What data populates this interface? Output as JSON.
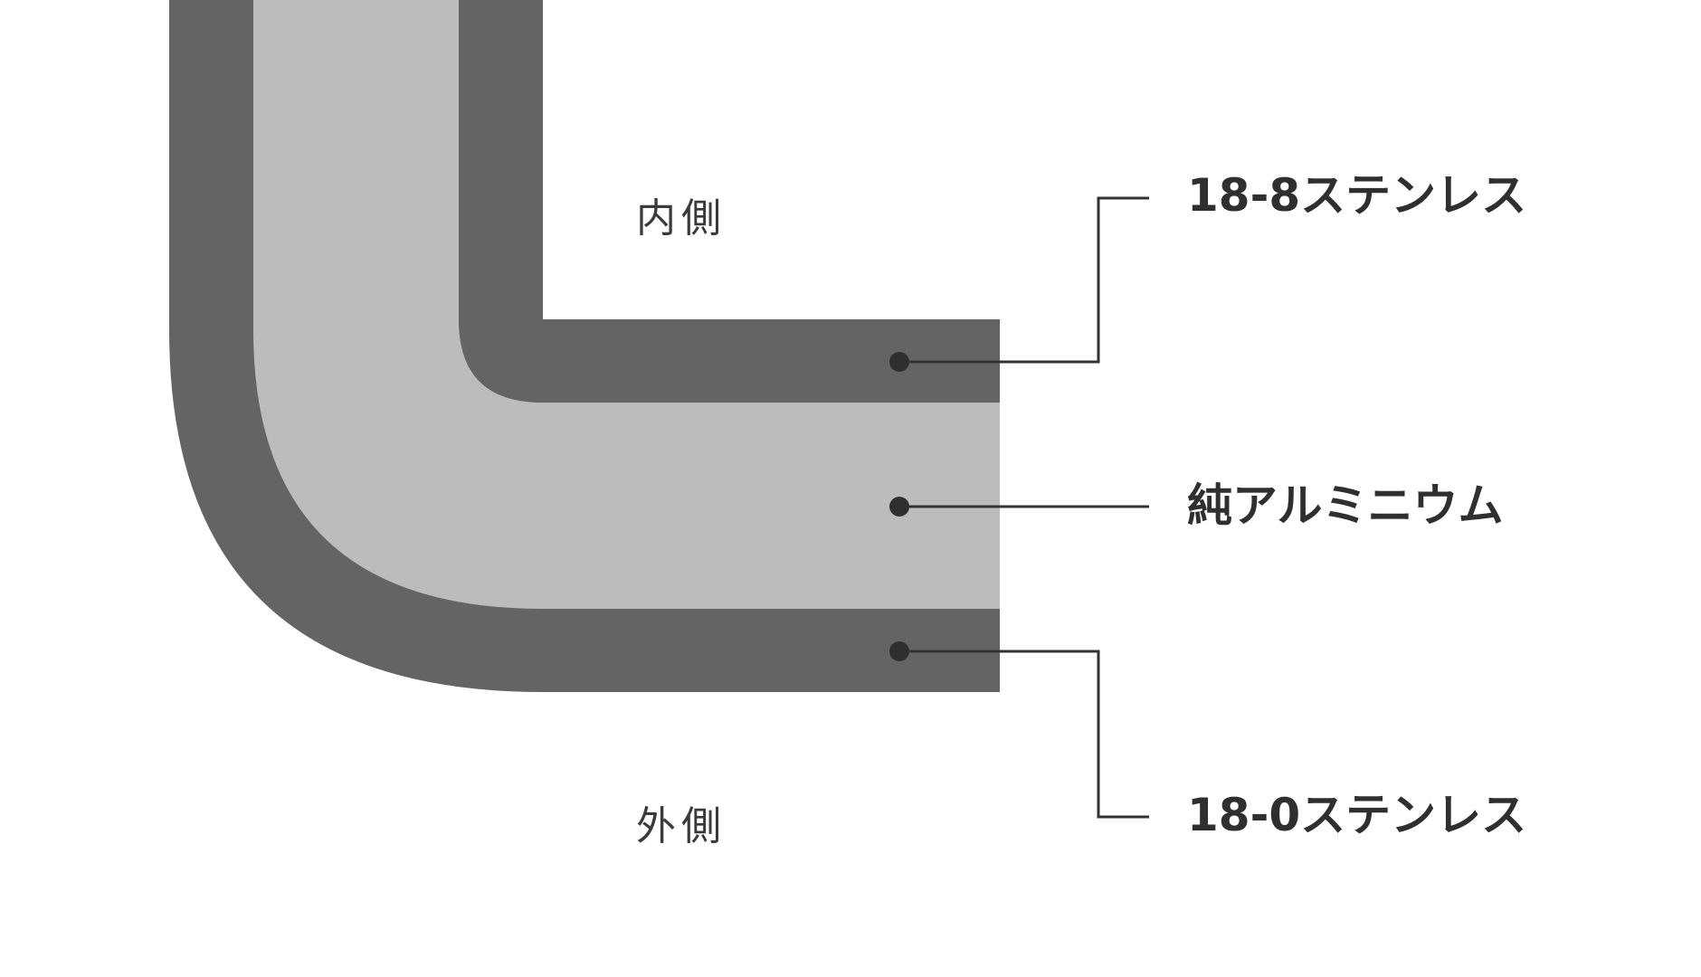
{
  "diagram": {
    "sides": {
      "inner": "内側",
      "outer": "外側"
    },
    "layers": [
      {
        "key": "inner_stainless",
        "label": "18-8ステンレス",
        "color": "#646464"
      },
      {
        "key": "core_aluminum",
        "label": "純アルミニウム",
        "color": "#bcbcbc"
      },
      {
        "key": "outer_stainless",
        "label": "18-0ステンレス",
        "color": "#646464"
      }
    ],
    "colors": {
      "stainless": "#646464",
      "aluminum": "#bcbcbc",
      "line": "#333333",
      "text": "#2f2f2f",
      "background": "#ffffff"
    }
  }
}
